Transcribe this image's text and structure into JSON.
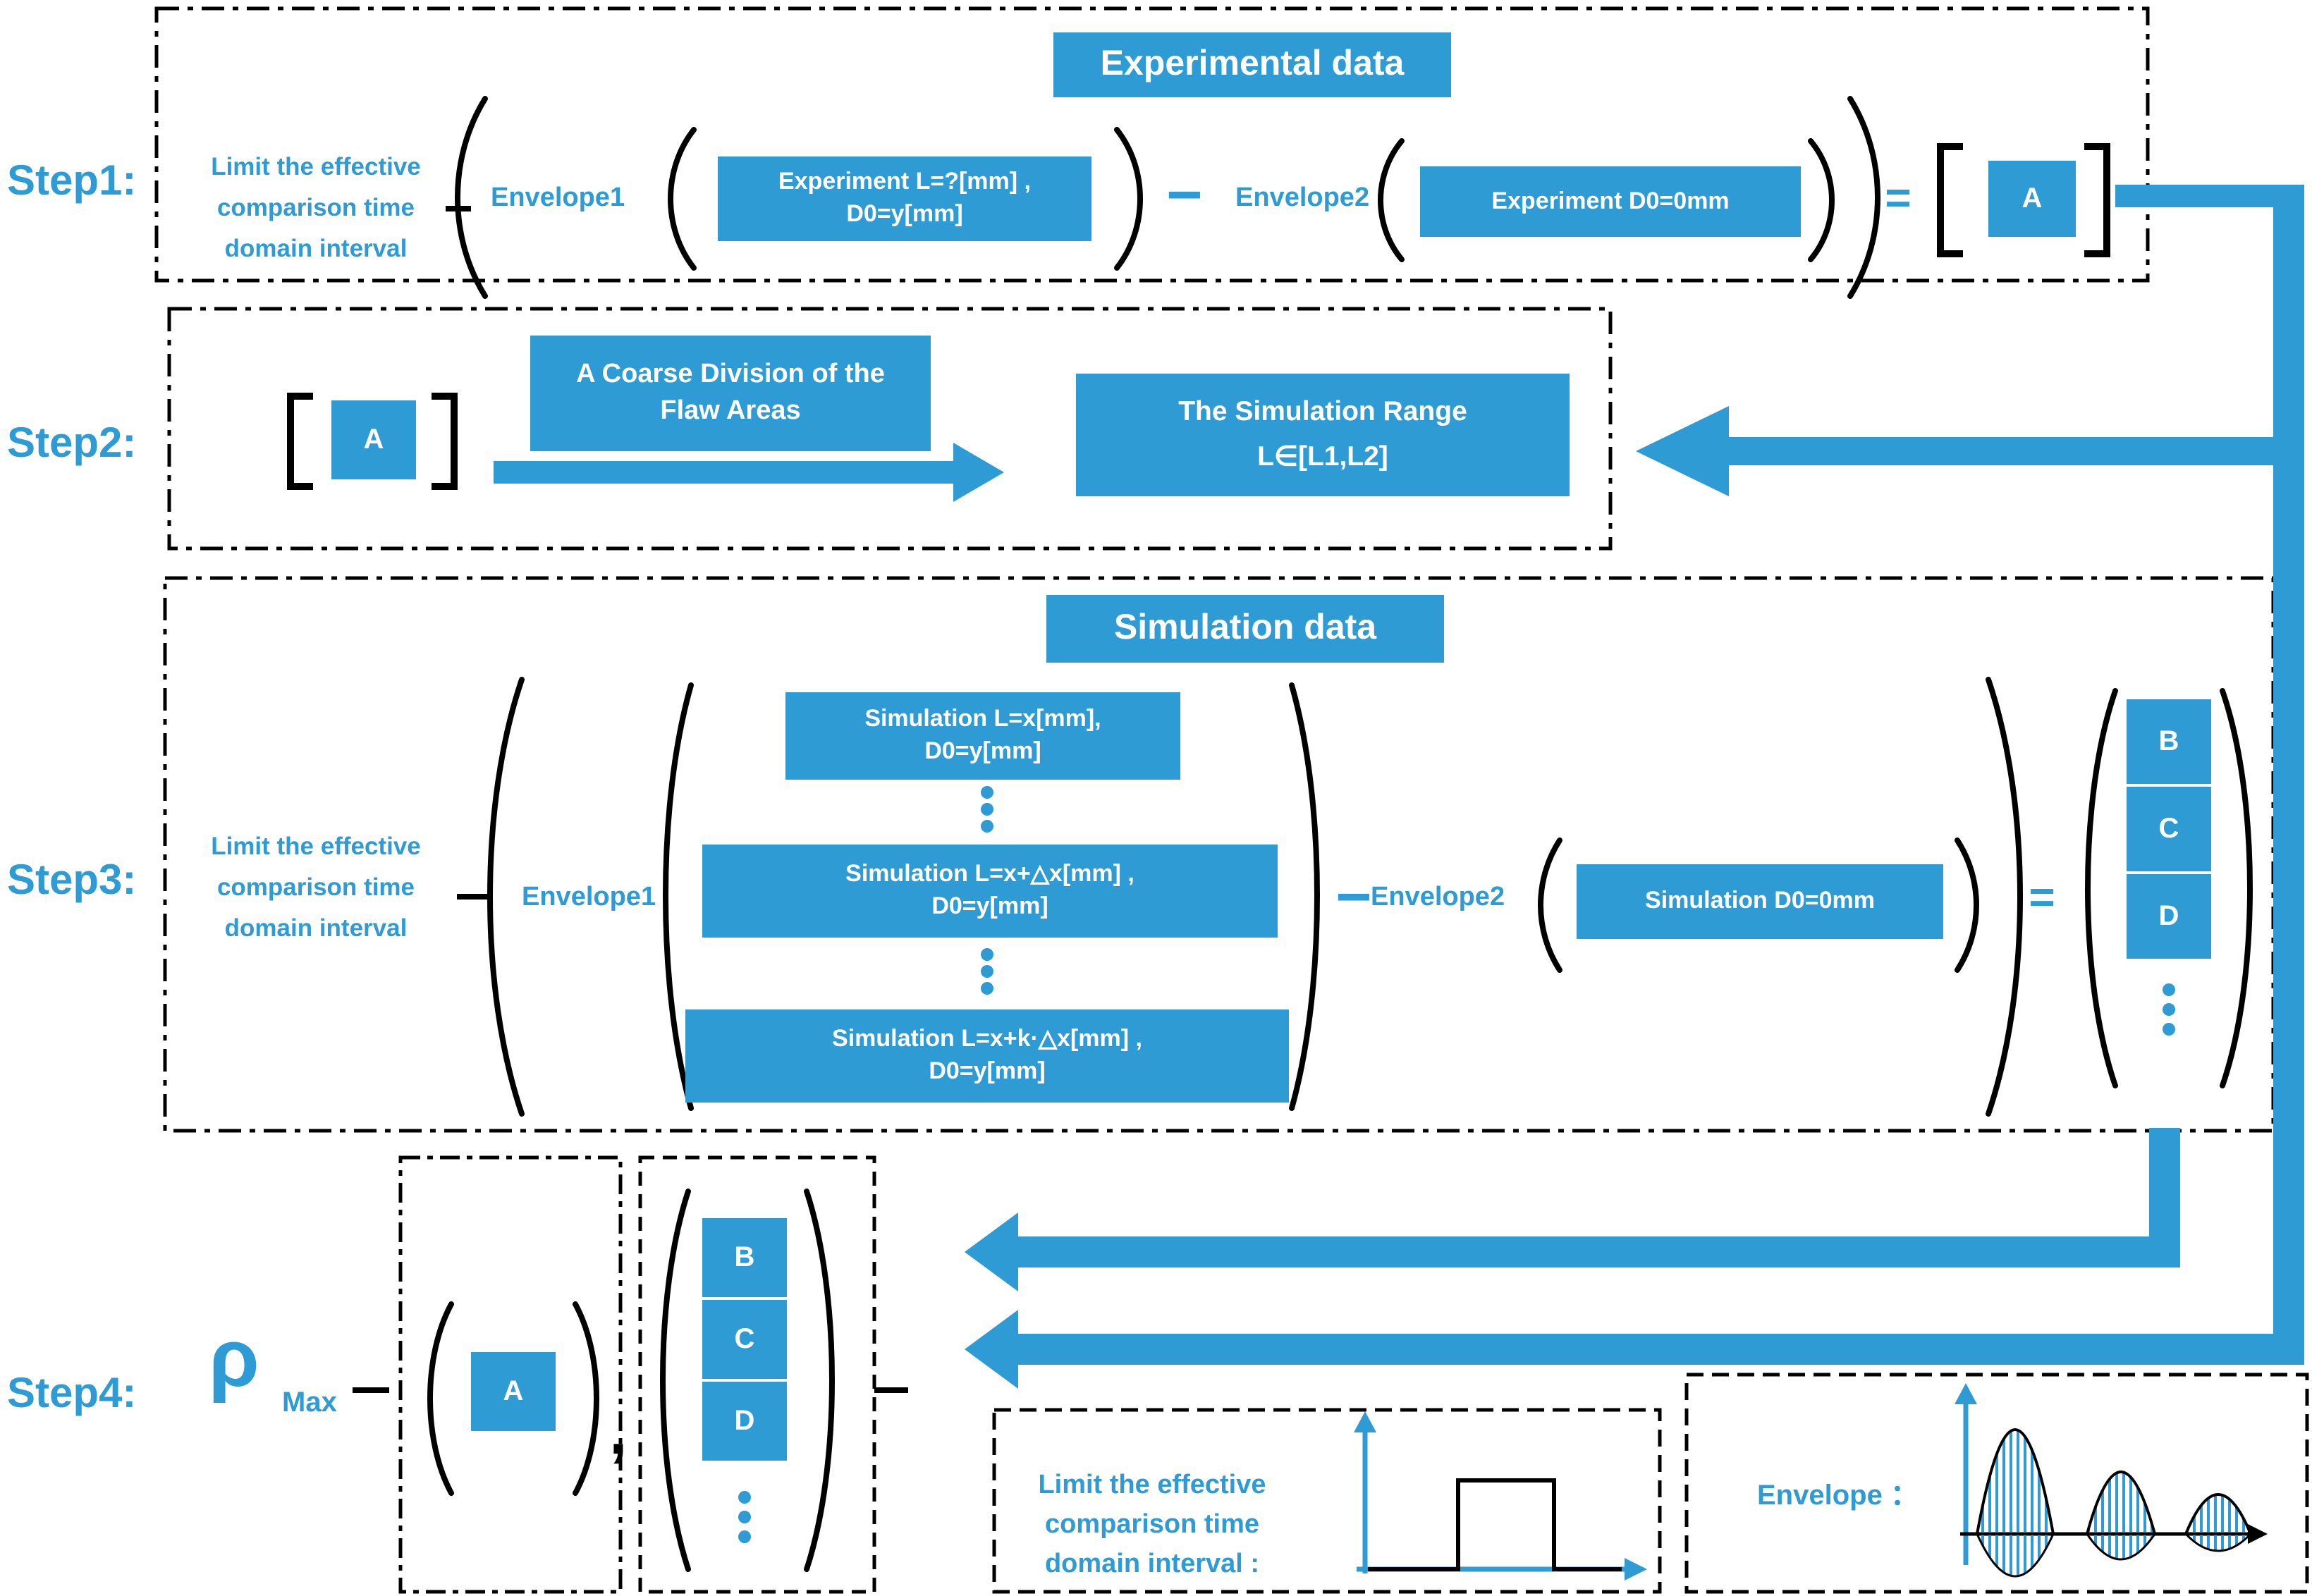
{
  "colors": {
    "accent": "#2E9BD5",
    "line": "#000000",
    "box_text": "#ffffff"
  },
  "step1": {
    "label": "Step1:",
    "title": "Experimental data",
    "limit_lines": [
      "Limit the effective",
      "comparison time",
      "domain interval"
    ],
    "envelope1": "Envelope1",
    "exp_box1": [
      "Experiment L=?[mm] ,",
      "D0=y[mm]"
    ],
    "minus": "−",
    "envelope2": "Envelope2",
    "exp_box2": "Experiment D0=0mm",
    "equals": "=",
    "result": "A"
  },
  "step2": {
    "label": "Step2:",
    "input": "A",
    "arrow_label": [
      "A Coarse Division of the",
      "Flaw Areas"
    ],
    "range_box": [
      "The Simulation Range",
      "L∈[L1,L2]"
    ]
  },
  "step3": {
    "label": "Step3:",
    "title": "Simulation data",
    "limit_lines": [
      "Limit the effective",
      "comparison time",
      "domain interval"
    ],
    "envelope1": "Envelope1",
    "sim_box1": [
      "Simulation L=x[mm],",
      "D0=y[mm]"
    ],
    "sim_box2": [
      "Simulation L=x+△x[mm] ,",
      "D0=y[mm]"
    ],
    "sim_box3": [
      "Simulation L=x+k·△x[mm] ,",
      "D0=y[mm]"
    ],
    "minus": "−",
    "envelope2": "Envelope2",
    "sim_box4": "Simulation D0=0mm",
    "equals": "=",
    "results": [
      "B",
      "C",
      "D"
    ]
  },
  "step4": {
    "label": "Step4:",
    "rho": "ρ",
    "rho_sub": "Max",
    "input_a": "A",
    "comma": ",",
    "results": [
      "B",
      "C",
      "D"
    ]
  },
  "legend_interval": {
    "lines": [
      "Limit the effective",
      "comparison time",
      "domain interval :"
    ]
  },
  "legend_envelope": {
    "label": "Envelope ："
  }
}
